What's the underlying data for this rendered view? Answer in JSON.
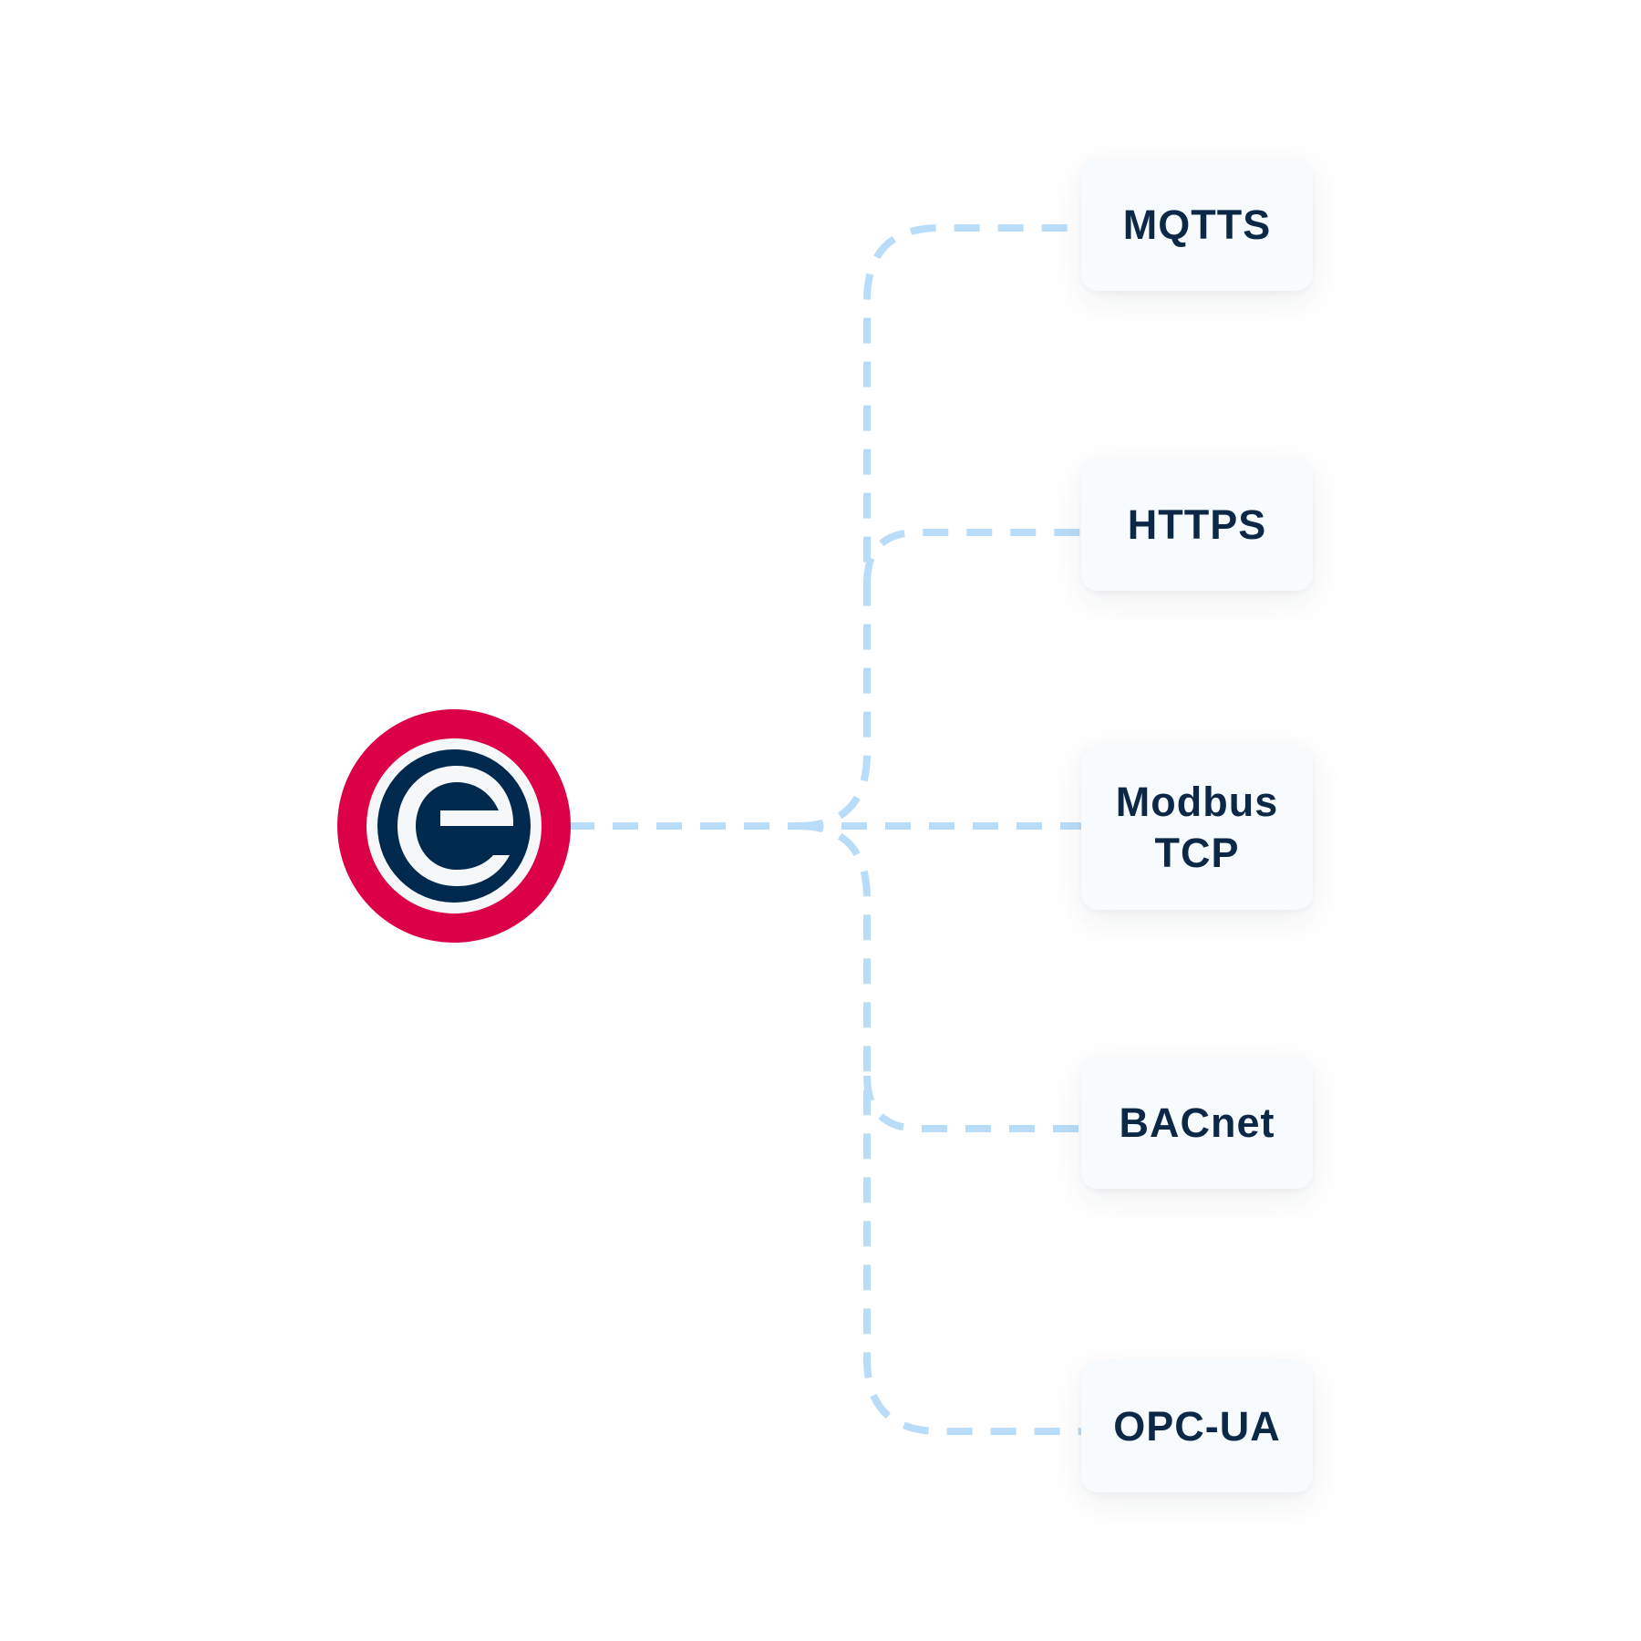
{
  "colors": {
    "connector": "#b9dcf8",
    "card_background": "#f8fbfd",
    "label_text": "#0d2847",
    "logo_red": "#dc0047",
    "logo_navy": "#002a4d",
    "logo_light": "#f5f7f9"
  },
  "hub": {
    "icon": "energy-e-logo-icon"
  },
  "protocols": [
    {
      "id": "mqtts",
      "label": "MQTTS"
    },
    {
      "id": "https",
      "label": "HTTPS"
    },
    {
      "id": "modbus",
      "label_line1": "Modbus",
      "label_line2": "TCP"
    },
    {
      "id": "bacnet",
      "label": "BACnet"
    },
    {
      "id": "opcua",
      "label": "OPC-UA"
    }
  ]
}
